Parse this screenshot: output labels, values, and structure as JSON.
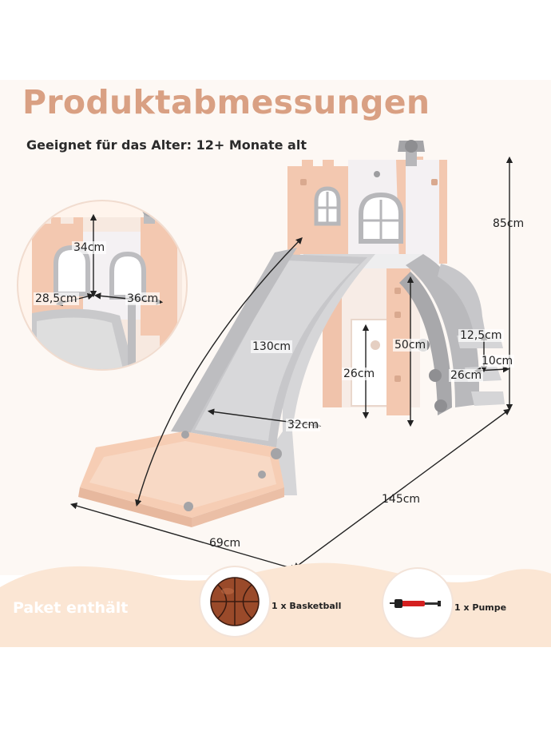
{
  "title": "Produktabmessungen",
  "subtitle": "Geeignet für das Alter: 12+ Monate alt",
  "dimensions": {
    "tower_height": "34cm",
    "tower_depth": "28,5cm",
    "tower_width": "36cm",
    "total_height": "85cm",
    "slide_length": "130cm",
    "slide_width": "32cm",
    "door_height": "26cm",
    "climb_height": "50cm",
    "step_height": "12,5cm",
    "step_gap": "10cm",
    "step_width": "26cm",
    "total_length": "145cm",
    "total_width": "69cm"
  },
  "package": {
    "label": "Paket enthält",
    "items": [
      {
        "label": "1 x Basketball",
        "icon": "basketball-icon"
      },
      {
        "label": "1 x Pumpe",
        "icon": "pump-icon"
      }
    ]
  },
  "colors": {
    "title": "#d9a083",
    "peach": "#f3c8b0",
    "peach_light": "#f8dccb",
    "grey": "#c9c9cb",
    "grey_dark": "#9d9da0",
    "band": "#fbe6d4",
    "label_white": "#ffffff"
  }
}
